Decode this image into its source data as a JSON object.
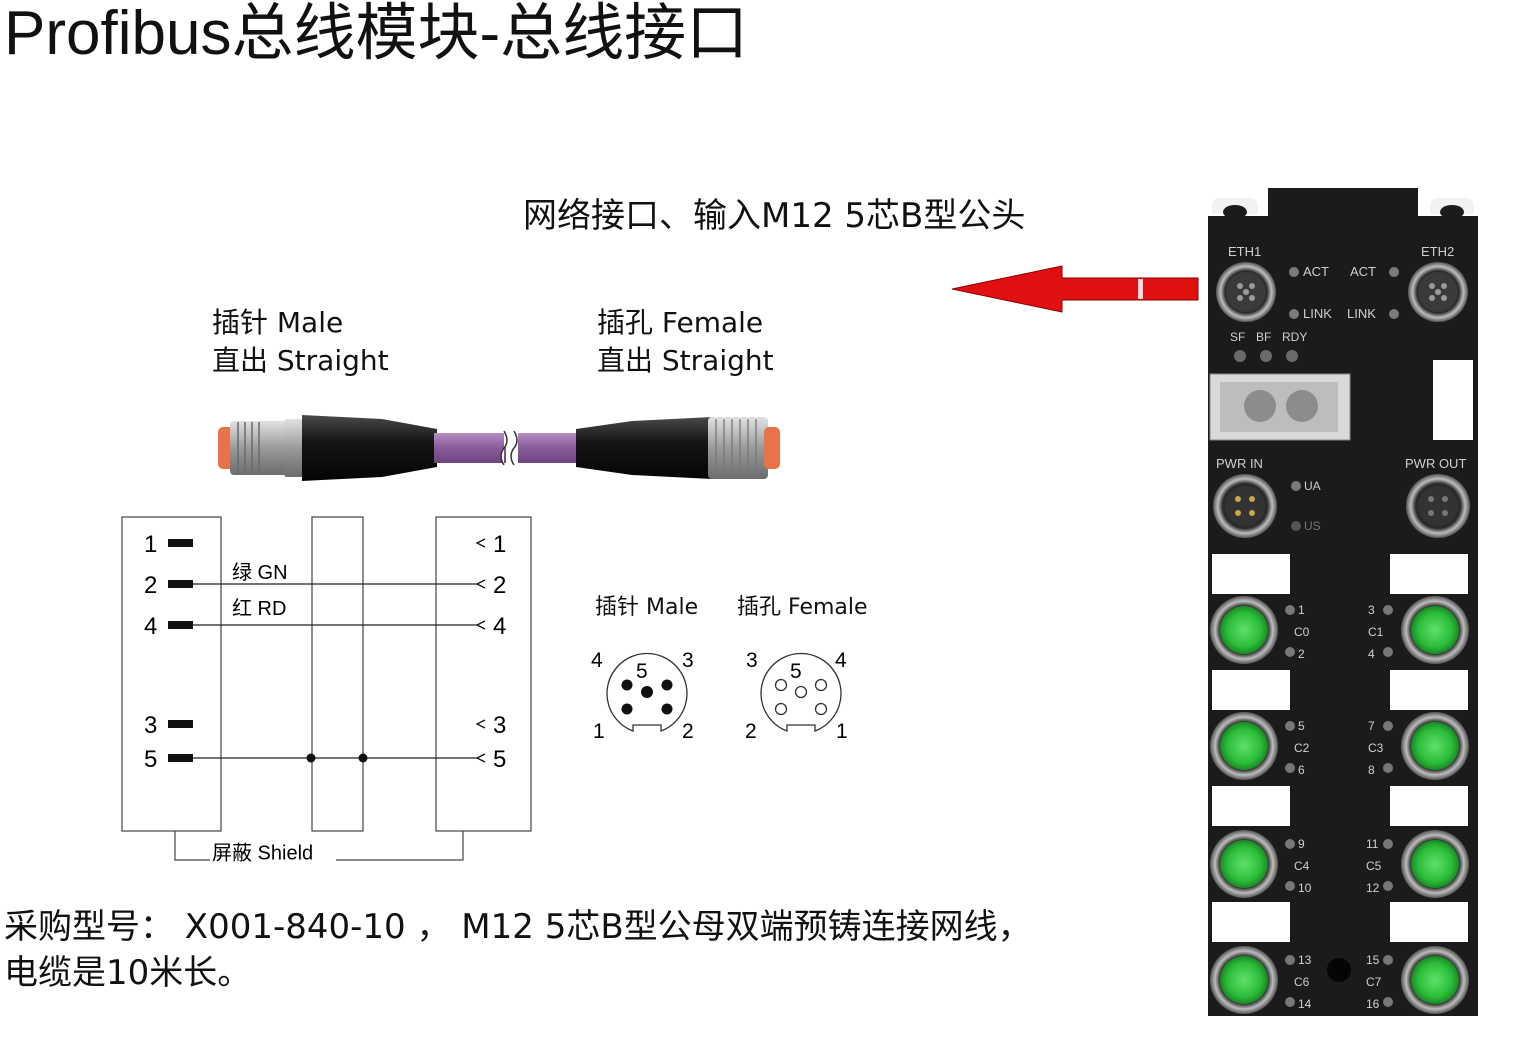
{
  "title": "Profibus总线模块-总线接口",
  "network_label": "网络接口、输入M12   5芯B型公头",
  "cable": {
    "male_header": [
      "插针  Male",
      "直出  Straight"
    ],
    "female_header": [
      "插孔  Female",
      "直出  Straight"
    ],
    "wire_colors": {
      "cable": "#8a5a9a",
      "overmold": "#1a1a1a",
      "metal": "#b9b9b9",
      "tip": "#e8724a"
    }
  },
  "wiring": {
    "left_pins": [
      "1",
      "2",
      "4",
      "3",
      "5"
    ],
    "right_pins": [
      "1",
      "2",
      "4",
      "3",
      "5"
    ],
    "wire_labels": [
      "绿 GN",
      "红 RD"
    ],
    "shield_label": "屏蔽 Shield"
  },
  "pinout": {
    "male_title": "插针 Male",
    "female_title": "插孔 Female",
    "male_numbers": [
      "4",
      "5",
      "3",
      "1",
      "2"
    ],
    "female_numbers": [
      "3",
      "5",
      "4",
      "2",
      "1"
    ]
  },
  "order_text": [
    "采购型号：  X001-840-10 ， M12 5芯B型公母双端预铸连接网线，",
    "电缆是10米长。"
  ],
  "arrow_color": "#e01010",
  "module": {
    "eth_labels": [
      "ETH1",
      "ETH2"
    ],
    "act_labels": [
      "ACT",
      "ACT"
    ],
    "link_labels": [
      "LINK",
      "LINK"
    ],
    "status_leds": [
      "SF",
      "BF",
      "RDY"
    ],
    "pwr_labels": [
      "PWR IN",
      "PWR OUT"
    ],
    "pwr_leds": [
      "UA",
      "US"
    ],
    "port_left_labels": [
      [
        "1",
        "C0",
        "2"
      ],
      [
        "5",
        "C2",
        "6"
      ],
      [
        "9",
        "C4",
        "10"
      ],
      [
        "13",
        "C6",
        "14"
      ]
    ],
    "port_right_labels": [
      [
        "3",
        "C1",
        "4"
      ],
      [
        "7",
        "C3",
        "8"
      ],
      [
        "11",
        "C5",
        "12"
      ],
      [
        "15",
        "C7",
        "16"
      ]
    ],
    "port_color": "#2cbd3a",
    "body_color": "#1b1b1b"
  }
}
